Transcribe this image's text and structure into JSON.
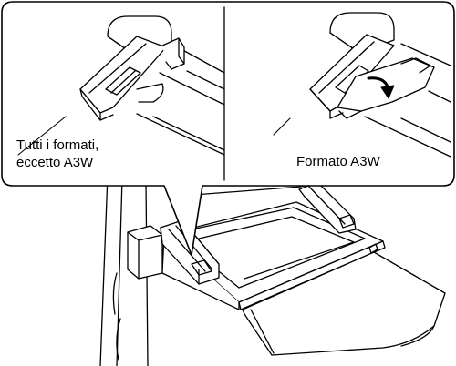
{
  "callouts": {
    "left": {
      "line1": "Tutti i formati,",
      "line2": "eccetto A3W"
    },
    "right": {
      "text": "Formato A3W"
    }
  },
  "colors": {
    "ink": "#000000",
    "fill": "#ffffff"
  },
  "icons": {
    "arrow": "curved-arrow-down"
  }
}
